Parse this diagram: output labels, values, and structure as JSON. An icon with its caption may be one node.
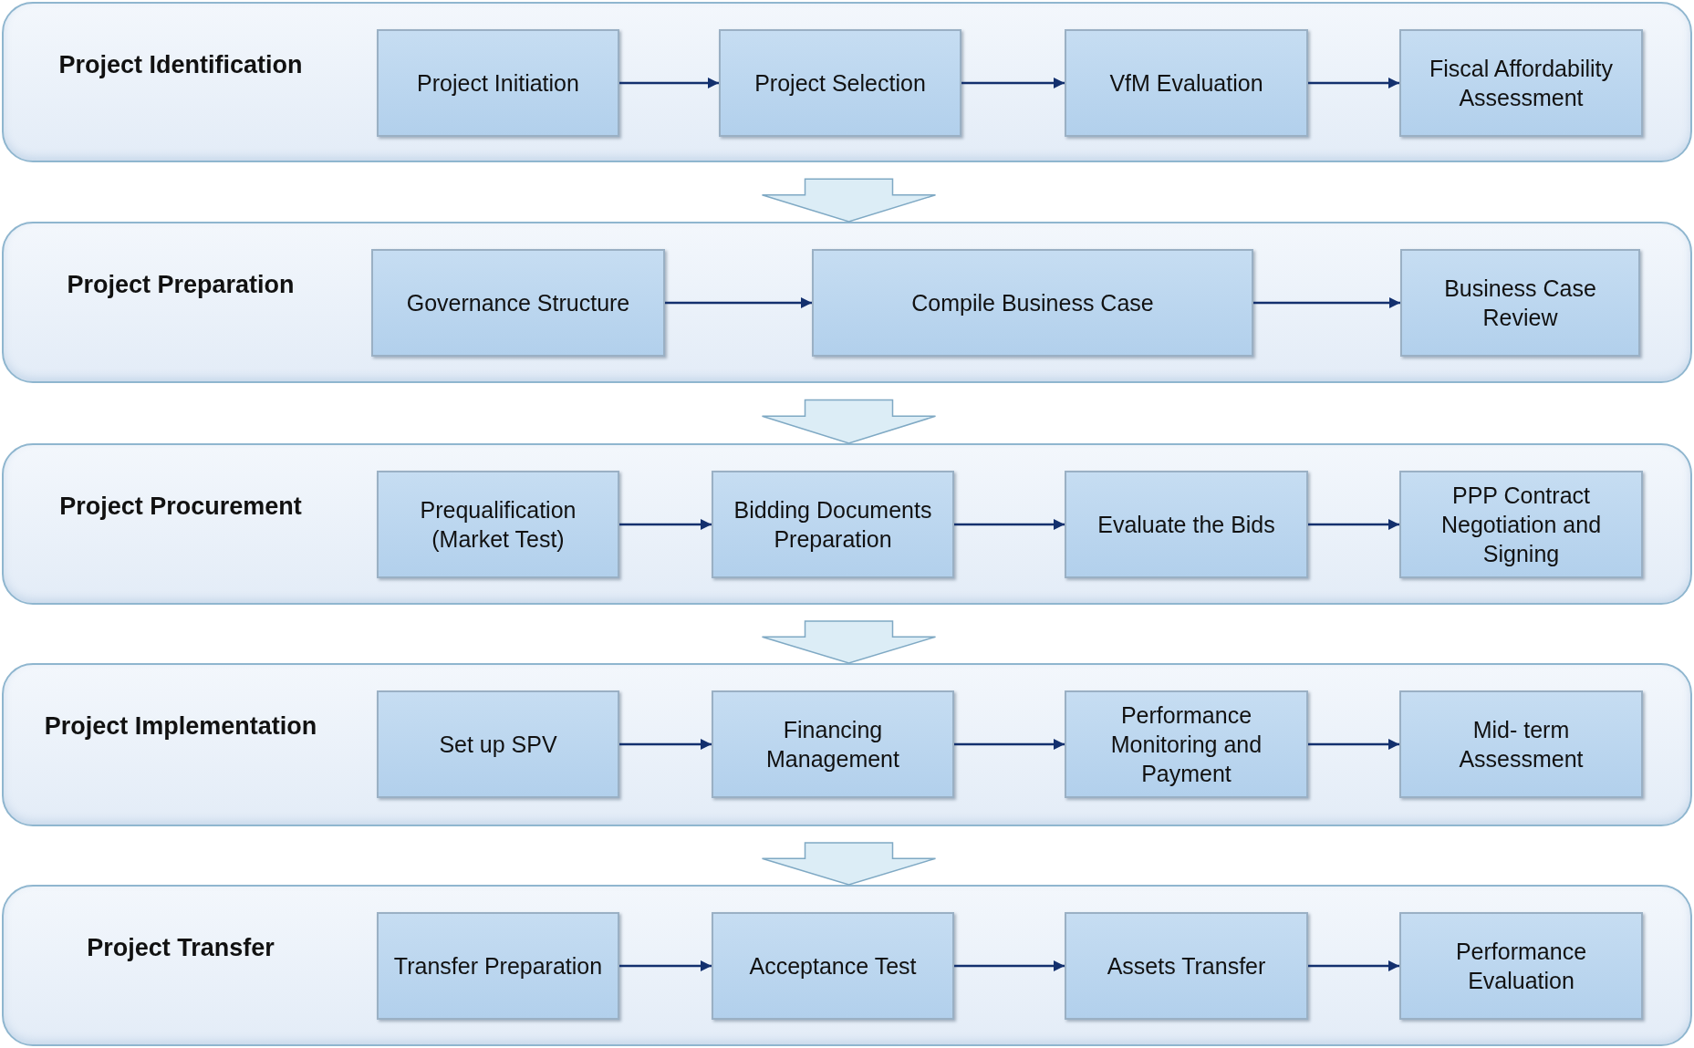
{
  "diagram": {
    "nodes": [
      {
        "text": [
          "Project Identification"
        ]
      },
      {
        "text": [
          "Project Initiation"
        ],
        "in": 0
      },
      {
        "text": [
          "Project Selection"
        ],
        "in": 0
      },
      {
        "text": [
          "VfM Evaluation"
        ],
        "in": 0
      },
      {
        "text": [
          "Fiscal Affordability Assessment"
        ],
        "in": 0
      },
      {
        "text": [
          "Project Preparation"
        ]
      },
      {
        "text": [
          "Governance Structure"
        ],
        "in": 5
      },
      {
        "text": [
          "Compile Business Case"
        ],
        "in": 5
      },
      {
        "text": [
          "Business Case Review"
        ],
        "in": 5
      },
      {
        "text": [
          "Project Procurement"
        ]
      },
      {
        "text": [
          "Prequalification (Market Test)"
        ],
        "in": 9
      },
      {
        "text": [
          "Bidding Documents Preparation"
        ],
        "in": 9
      },
      {
        "text": [
          "Evaluate the Bids"
        ],
        "in": 9
      },
      {
        "text": [
          "PPP Contract Negotiation and Signing"
        ],
        "in": 9
      },
      {
        "text": [
          "Project Implementation"
        ]
      },
      {
        "text": [
          "Set up SPV"
        ],
        "in": 14
      },
      {
        "text": [
          "Financing Management"
        ],
        "in": 14
      },
      {
        "text": [
          "Performance Monitoring and Payment"
        ],
        "in": 14
      },
      {
        "text": [
          "Mid- term Assessment"
        ],
        "in": 14
      },
      {
        "text": [
          "Project Transfer"
        ]
      },
      {
        "text": [
          "Transfer Preparation"
        ],
        "in": 19
      },
      {
        "text": [
          "Acceptance Test"
        ],
        "in": 19
      },
      {
        "text": [
          "Assets Transfer"
        ],
        "in": 19
      },
      {
        "text": [
          "Performance Evaluation"
        ],
        "in": 19
      }
    ],
    "edges": [
      {
        "from": 1,
        "to": 2,
        "arrow": "to"
      },
      {
        "from": 2,
        "to": 3,
        "arrow": "to"
      },
      {
        "from": 3,
        "to": 4,
        "arrow": "to"
      },
      {
        "from": 6,
        "to": 7,
        "arrow": "to"
      },
      {
        "from": 7,
        "to": 8,
        "arrow": "to"
      },
      {
        "from": 10,
        "to": 11,
        "arrow": "to"
      },
      {
        "from": 11,
        "to": 12,
        "arrow": "to"
      },
      {
        "from": 12,
        "to": 13,
        "arrow": "to"
      },
      {
        "from": 15,
        "to": 16,
        "arrow": "to"
      },
      {
        "from": 16,
        "to": 17,
        "arrow": "to"
      },
      {
        "from": 17,
        "to": 18,
        "arrow": "to"
      },
      {
        "from": 20,
        "to": 21,
        "arrow": "to"
      },
      {
        "from": 21,
        "to": 22,
        "arrow": "to"
      },
      {
        "from": 22,
        "to": 23,
        "arrow": "to"
      },
      {
        "from": 0,
        "to": 5,
        "arrow": "to",
        "style": "thick",
        "color": "#dcedf6"
      },
      {
        "from": 5,
        "to": 9,
        "arrow": "to",
        "style": "thick",
        "color": "#dcedf6"
      },
      {
        "from": 9,
        "to": 14,
        "arrow": "to",
        "style": "thick",
        "color": "#dcedf6"
      },
      {
        "from": 14,
        "to": 19,
        "arrow": "to",
        "style": "thick",
        "color": "#dcedf6"
      }
    ]
  }
}
